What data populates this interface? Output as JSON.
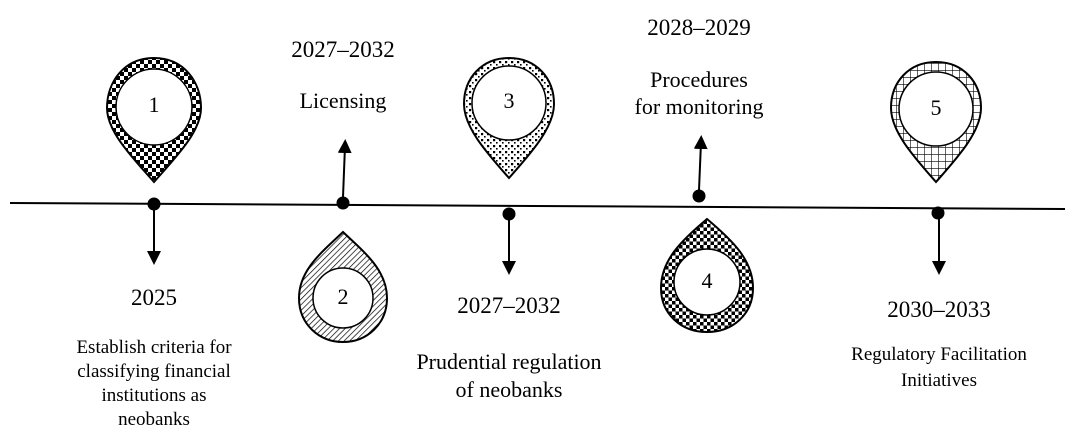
{
  "milestones": [
    {
      "number": "1",
      "year": "2025",
      "label_lines": [
        "Establish criteria for",
        "classifying financial",
        "institutions as",
        "neobanks"
      ]
    },
    {
      "number": "2",
      "year": "2027–2032",
      "label_lines": [
        "Licensing"
      ]
    },
    {
      "number": "3",
      "year": "2027–2032",
      "label_lines": [
        "Prudential regulation",
        "of neobanks"
      ]
    },
    {
      "number": "4",
      "year": "2028–2029",
      "label_lines": [
        "Procedures",
        "for monitoring"
      ]
    },
    {
      "number": "5",
      "year": "2030–2033",
      "label_lines": [
        "Regulatory Facilitation",
        "Initiatives"
      ]
    }
  ]
}
